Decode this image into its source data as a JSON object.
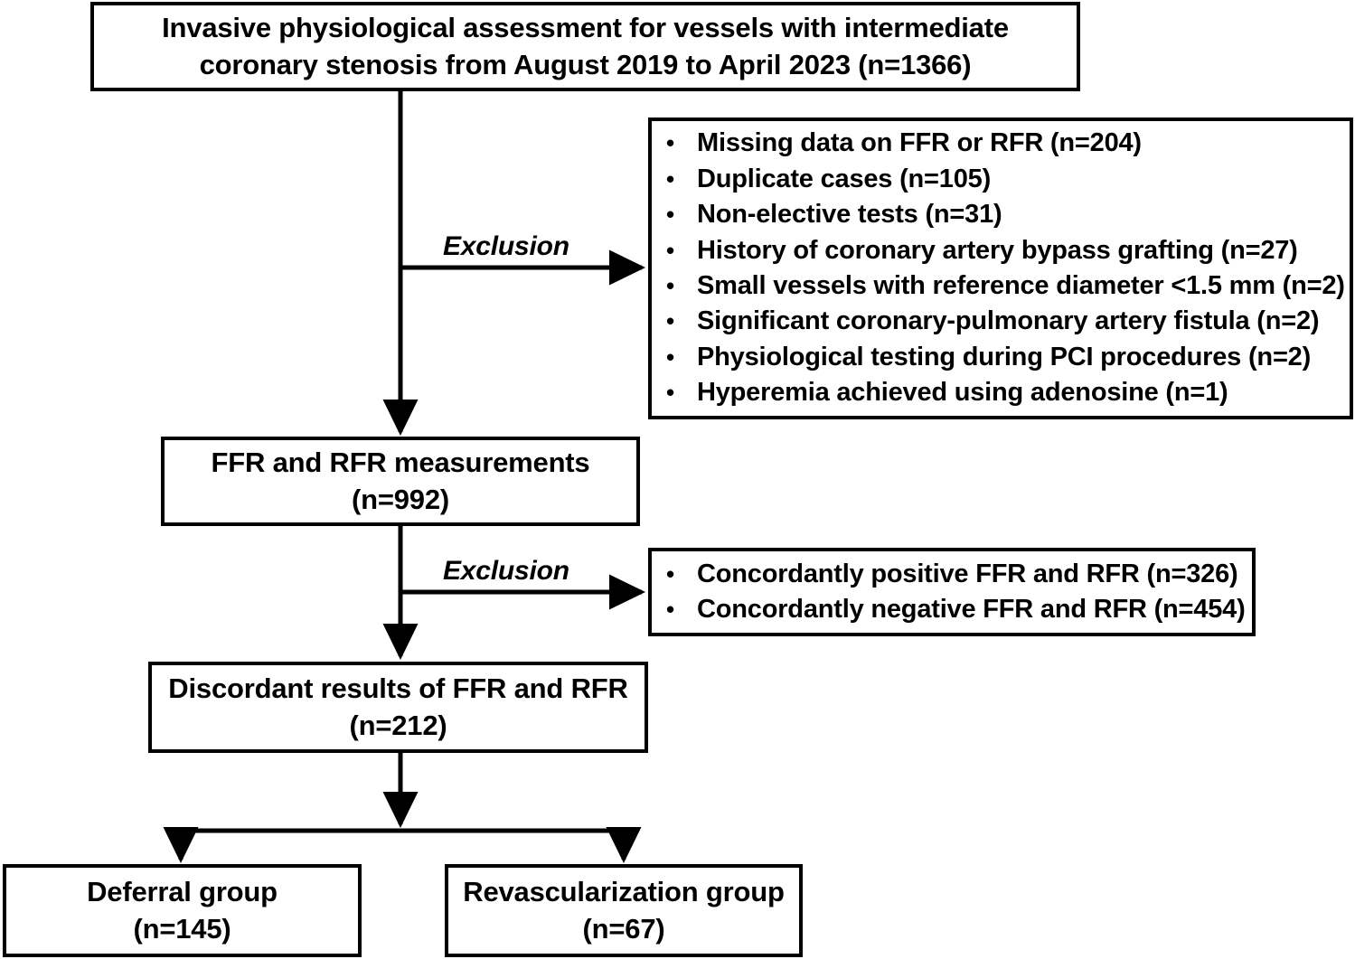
{
  "diagram": {
    "title": "Study flow diagram of invasive physiological assessment cohort",
    "type": "flowchart",
    "colors": {
      "stroke": "#000000",
      "background": "#ffffff",
      "text": "#000000"
    },
    "nodes": {
      "enrollment": {
        "id": "enrollment",
        "lines": [
          "Invasive physiological assessment for vessels with intermediate",
          "coronary stenosis from August 2019 to April 2023 (n=1366)"
        ],
        "n": 1366
      },
      "measurements": {
        "id": "measurements",
        "lines": [
          "FFR and RFR measurements",
          "(n=992)"
        ],
        "n": 992
      },
      "discordant": {
        "id": "discordant",
        "lines": [
          "Discordant results of FFR and RFR",
          "(n=212)"
        ],
        "n": 212
      },
      "deferral": {
        "id": "deferral",
        "lines": [
          "Deferral group",
          "(n=145)"
        ],
        "n": 145
      },
      "revascularization": {
        "id": "revascularization",
        "lines": [
          "Revascularization group",
          "(n=67)"
        ],
        "n": 67
      }
    },
    "exclusion_label_1": "Exclusion",
    "exclusion_label_2": "Exclusion",
    "bullet_glyph": "•",
    "exclusions_1": [
      "Missing data on FFR or RFR (n=204)",
      "Duplicate cases (n=105)",
      "Non-elective tests (n=31)",
      "History of coronary artery bypass grafting (n=27)",
      "Small vessels with reference diameter <1.5 mm (n=2)",
      "Significant coronary-pulmonary artery fistula (n=2)",
      "Physiological testing during PCI procedures (n=2)",
      "Hyperemia achieved using adenosine (n=1)"
    ],
    "exclusions_2": [
      "Concordantly positive FFR and RFR (n=326)",
      "Concordantly negative FFR and RFR (n=454)"
    ]
  }
}
